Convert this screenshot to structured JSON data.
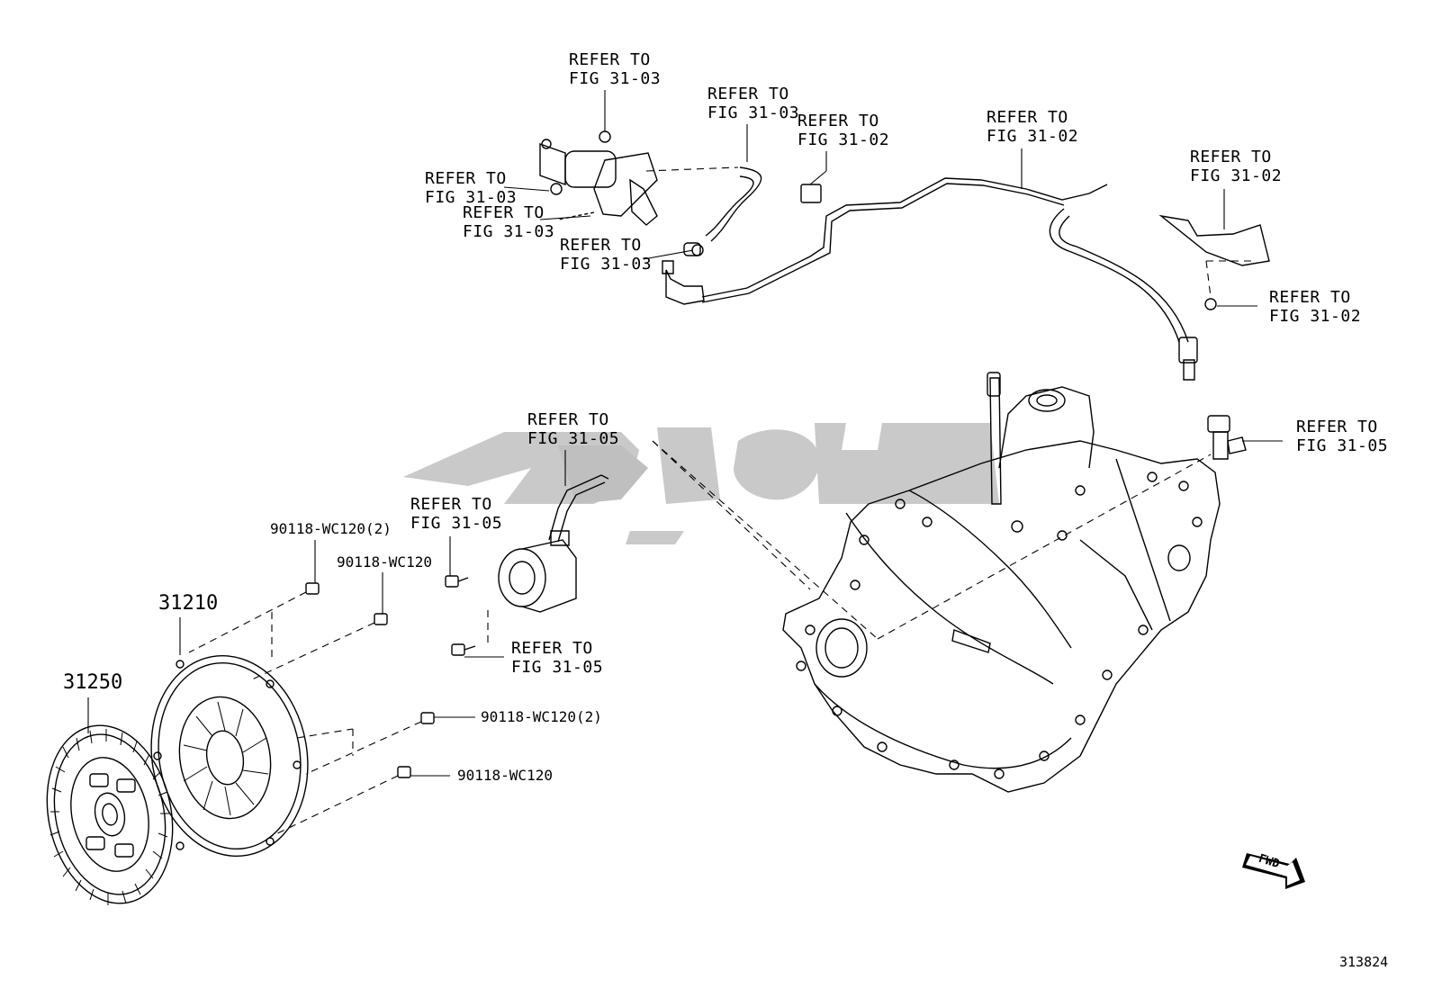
{
  "diagram": {
    "refer_labels": [
      {
        "line1": "REFER TO",
        "line2": "FIG 31-03"
      },
      {
        "line1": "REFER TO",
        "line2": "FIG 31-03"
      },
      {
        "line1": "REFER TO",
        "line2": "FIG 31-02"
      },
      {
        "line1": "REFER TO",
        "line2": "FIG 31-02"
      },
      {
        "line1": "REFER TO",
        "line2": "FIG 31-02"
      },
      {
        "line1": "REFER TO",
        "line2": "FIG 31-03"
      },
      {
        "line1": "REFER TO",
        "line2": "FIG 31-03"
      },
      {
        "line1": "REFER TO",
        "line2": "FIG 31-03"
      },
      {
        "line1": "REFER TO",
        "line2": "FIG 31-02"
      },
      {
        "line1": "REFER TO",
        "line2": "FIG 31-05"
      },
      {
        "line1": "REFER TO",
        "line2": "FIG 31-05"
      },
      {
        "line1": "REFER TO",
        "line2": "FIG 31-05"
      },
      {
        "line1": "REFER TO",
        "line2": "FIG 31-05"
      }
    ],
    "part_numbers": [
      "90118-WC120(2)",
      "90118-WC120",
      "90118-WC120(2)",
      "90118-WC120"
    ],
    "main_parts": {
      "clutch_cover": "31210",
      "clutch_disc": "31250"
    },
    "fwd_label": "FWD",
    "diagram_code": "313824"
  },
  "colors": {
    "line": "#000000",
    "watermark": "#c8c8c8",
    "background": "#ffffff"
  }
}
